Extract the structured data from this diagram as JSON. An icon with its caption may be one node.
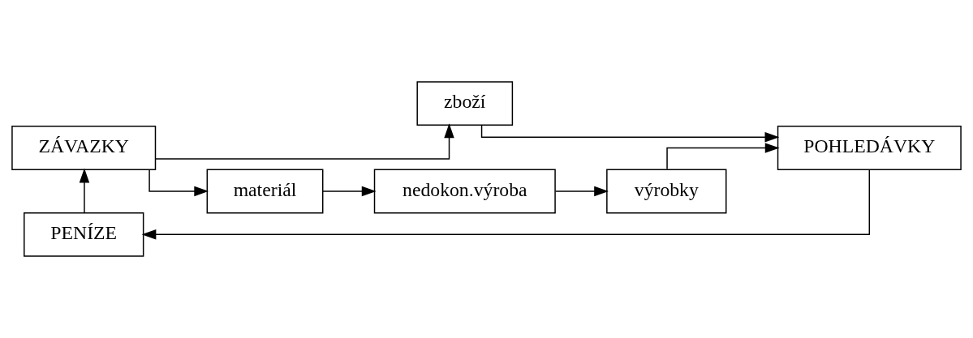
{
  "diagram": {
    "nodes": [
      {
        "text": [
          "ZÁVAZKY"
        ]
      },
      {
        "text": [
          "zboží"
        ]
      },
      {
        "text": [
          "POHLEDÁVKY"
        ]
      },
      {
        "text": [
          "materiál"
        ]
      },
      {
        "text": [
          "nedokon.výroba"
        ]
      },
      {
        "text": [
          "výrobky"
        ]
      },
      {
        "text": [
          "PENÍZE"
        ]
      }
    ],
    "edges": [
      {
        "from": 0,
        "to": 1,
        "arrow": "to"
      },
      {
        "from": 1,
        "to": 2,
        "arrow": "to"
      },
      {
        "from": 0,
        "to": 3,
        "arrow": "to"
      },
      {
        "from": 3,
        "to": 4,
        "arrow": "to"
      },
      {
        "from": 4,
        "to": 5,
        "arrow": "to"
      },
      {
        "from": 5,
        "to": 2,
        "arrow": "to"
      },
      {
        "from": 2,
        "to": 6,
        "arrow": "to"
      },
      {
        "from": 6,
        "to": 0,
        "arrow": "to"
      }
    ]
  }
}
